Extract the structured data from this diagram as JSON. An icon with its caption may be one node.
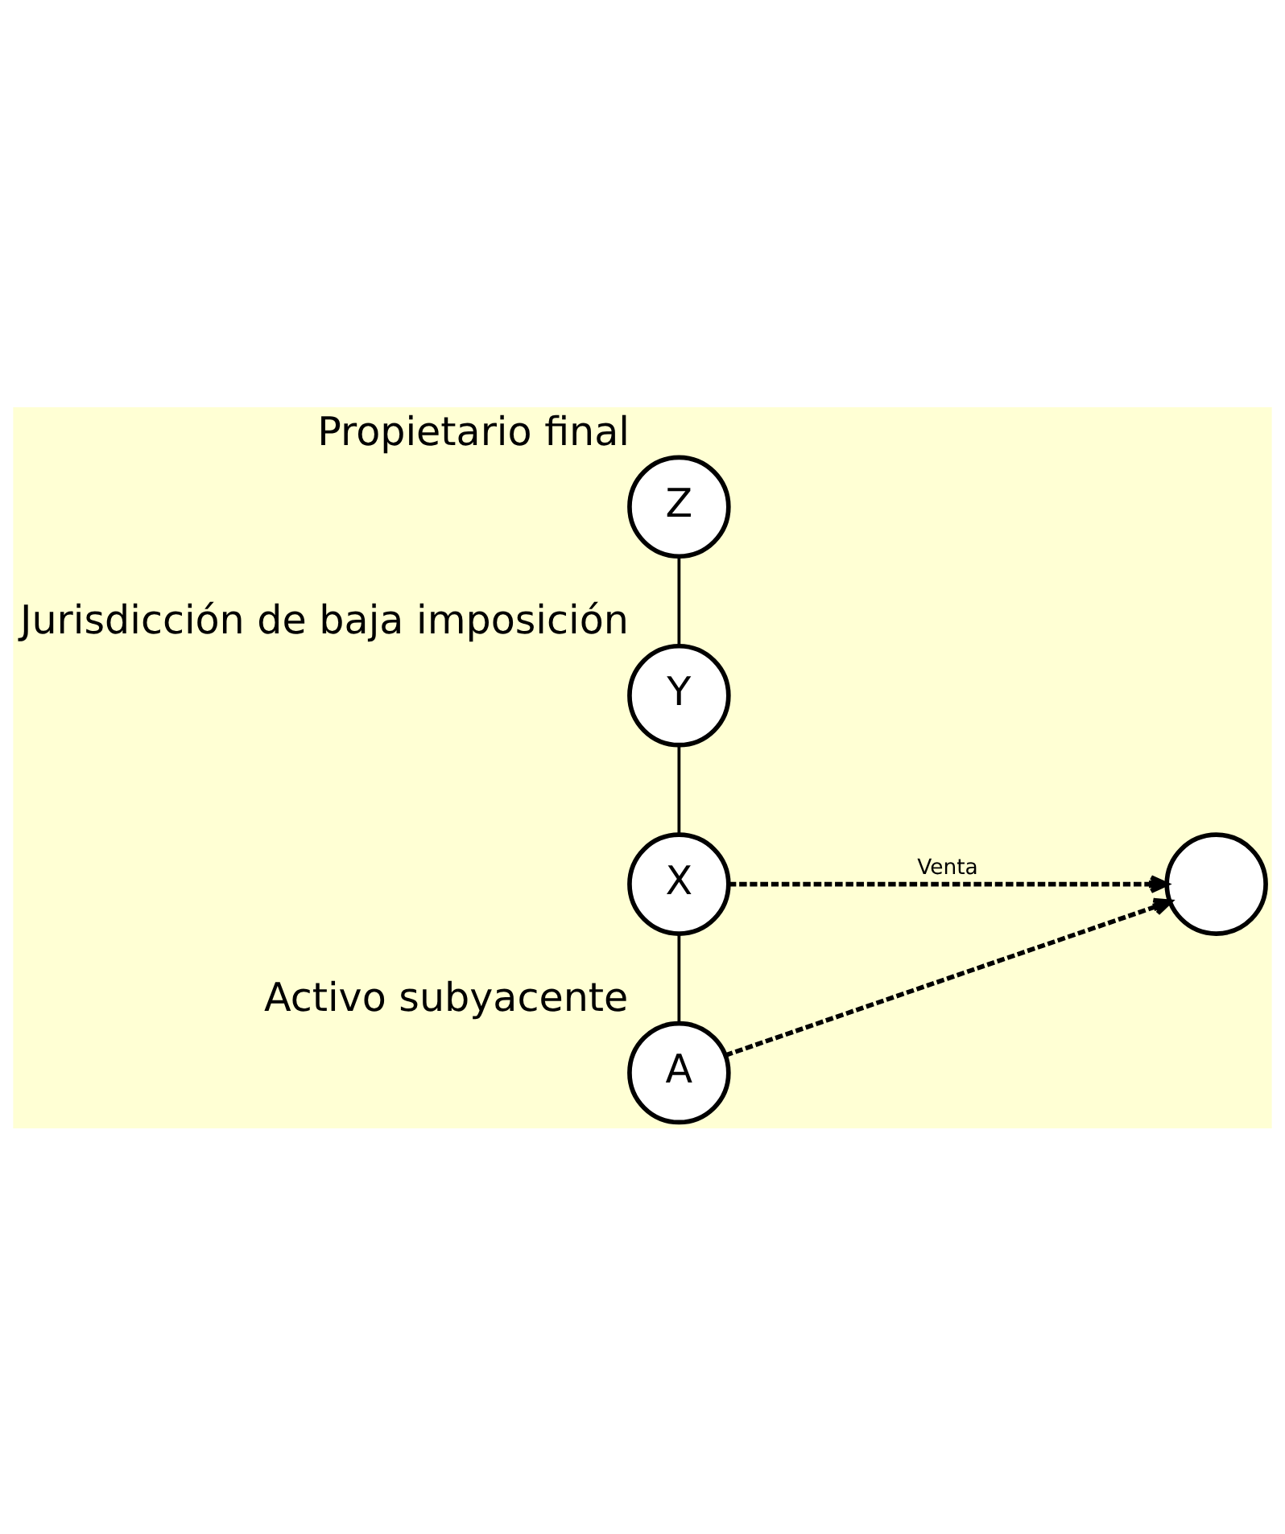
{
  "diagram": {
    "nodes": [
      {
        "text": [
          "Z"
        ],
        "beside": [
          "Propietario final"
        ]
      },
      {
        "text": [
          "Y"
        ],
        "beside": [
          "Jurisdicción de baja imposición"
        ]
      },
      {
        "text": [
          "X"
        ]
      },
      {
        "text": [],
        "shape": "circle"
      },
      {
        "text": [
          "A"
        ],
        "beside": [
          "Activo subyacente"
        ]
      }
    ],
    "edges": [
      {
        "from": 0,
        "to": 1,
        "arrow": "none"
      },
      {
        "from": 1,
        "to": 2,
        "arrow": "none"
      },
      {
        "from": 2,
        "to": 3,
        "arrow": "to",
        "style": "dashed",
        "label": "Venta"
      },
      {
        "from": 2,
        "to": 4,
        "arrow": "none"
      },
      {
        "from": 4,
        "to": 3,
        "arrow": "to",
        "style": "dashed"
      }
    ]
  }
}
